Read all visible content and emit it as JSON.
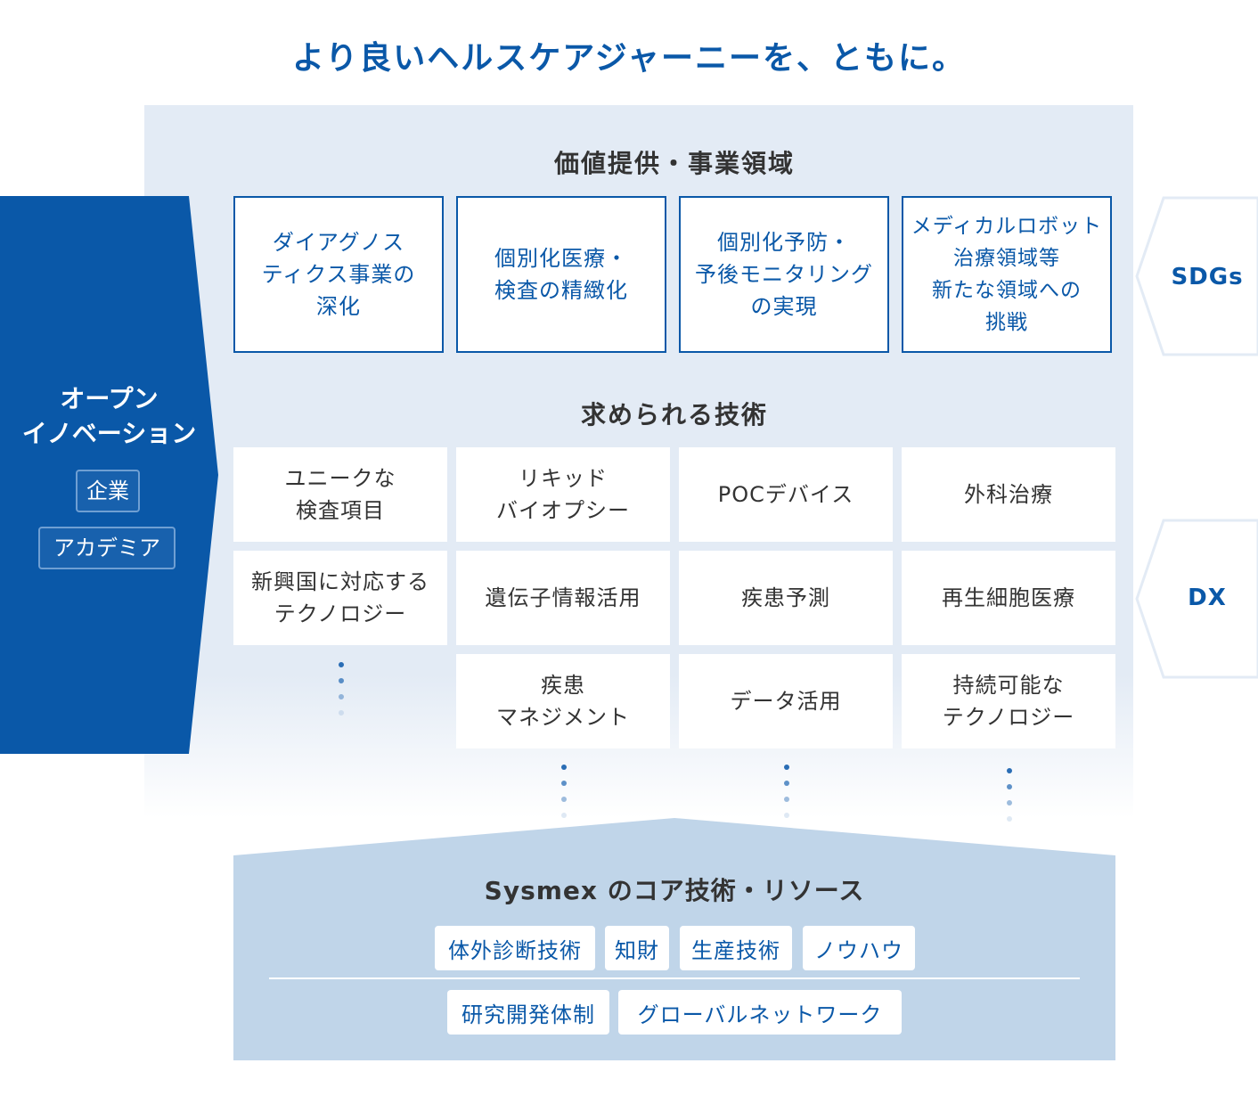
{
  "title": "より良いヘルスケアジャーニーを、ともに。",
  "value_section": {
    "heading": "価値提供・事業領域",
    "items": [
      "ダイアグノス\nティクス事業の\n深化",
      "個別化医療・\n検査の精緻化",
      "個別化予防・\n予後モニタリング\nの実現",
      "メディカルロボット\n治療領域等\n新たな領域への\n挑戦"
    ]
  },
  "tech_section": {
    "heading": "求められる技術",
    "rows": [
      [
        "ユニークな\n検査項目",
        "リキッド\nバイオプシー",
        "POCデバイス",
        "外科治療"
      ],
      [
        "新興国に対応する\nテクノロジー",
        "遺伝子情報活用",
        "疾患予測",
        "再生細胞医療"
      ],
      [
        "",
        "疾患\nマネジメント",
        "データ活用",
        "持続可能な\nテクノロジー"
      ]
    ]
  },
  "open_innovation": {
    "title": "オープン\nイノベーション",
    "tags": [
      "企業",
      "アカデミア"
    ]
  },
  "right_labels": [
    "SDGs",
    "DX"
  ],
  "core": {
    "title": "Sysmex のコア技術・リソース",
    "row1": [
      "体外診断技術",
      "知財",
      "生産技術",
      "ノウハウ"
    ],
    "row2": [
      "研究開発体制",
      "グローバルネットワーク"
    ]
  },
  "colors": {
    "brand_blue": "#0a58a8",
    "panel_bg": "#e3ebf5",
    "core_bg": "#c0d5e9"
  }
}
